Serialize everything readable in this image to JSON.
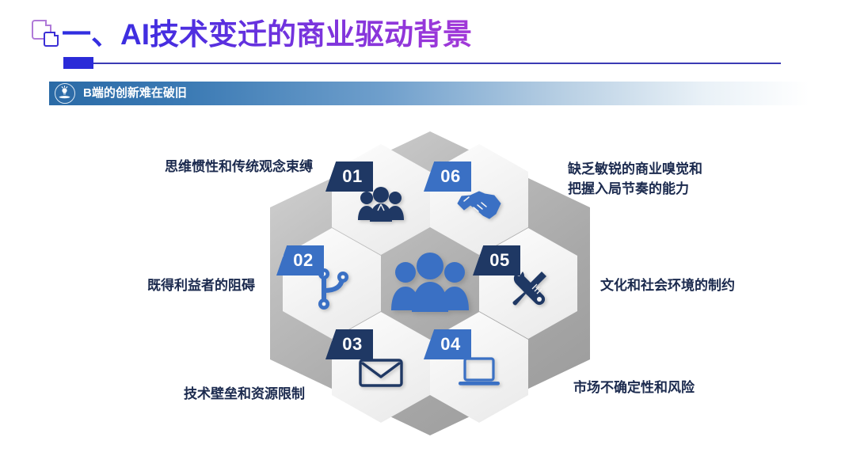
{
  "slide": {
    "title": "一、AI技术变迁的商业驱动背景",
    "subtitle": "B端的创新难在破旧",
    "title_icon": "document-copy-icon",
    "subtitle_icon": "lightbulb-hand-icon",
    "colors": {
      "title_gradient_start": "#2d2ee0",
      "title_gradient_end": "#a238d8",
      "rule": "#3a3ab4",
      "rule_cap": "#2b2bd8",
      "subtitle_bar_start": "#2a6aa6",
      "subtitle_bar_end": "#ffffff",
      "tab_navy": "#1f3864",
      "tab_blue": "#3a70c4",
      "hex_fill": "#f4f4f4",
      "backdrop_gray": "#b4b4b4",
      "label_text": "#1b2a4e",
      "icon_navy": "#1f3864",
      "icon_blue": "#3a70c4"
    }
  },
  "center": {
    "icon": "people-group-icon",
    "icon_color": "#3a70c4"
  },
  "hexagons": [
    {
      "number": "01",
      "icon": "users-group-icon",
      "tab_color": "#1f3864",
      "icon_color": "#1f3864",
      "label": "思维惯性和传统观念束缚"
    },
    {
      "number": "02",
      "icon": "branch-network-icon",
      "tab_color": "#3a70c4",
      "icon_color": "#3a70c4",
      "label": "既得利益者的阻碍"
    },
    {
      "number": "03",
      "icon": "envelope-icon",
      "tab_color": "#1f3864",
      "icon_color": "#1f3864",
      "label": "技术壁垒和资源限制"
    },
    {
      "number": "04",
      "icon": "laptop-icon",
      "tab_color": "#3a70c4",
      "icon_color": "#3a70c4",
      "label": "市场不确定性和风险"
    },
    {
      "number": "05",
      "icon": "tools-wrench-screwdriver-icon",
      "tab_color": "#1f3864",
      "icon_color": "#1f3864",
      "label": "文化和社会环境的制约"
    },
    {
      "number": "06",
      "icon": "handshake-icon",
      "tab_color": "#3a70c4",
      "icon_color": "#3a70c4",
      "label": "缺乏敏锐的商业嗅觉和\n把握入局节奏的能力"
    }
  ]
}
